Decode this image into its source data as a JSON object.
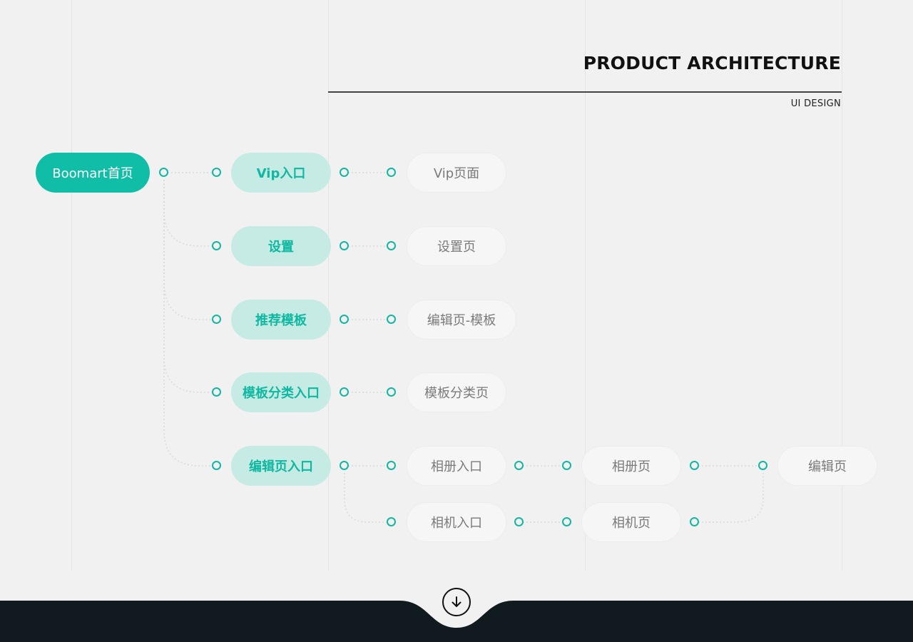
{
  "header": {
    "title": "PRODUCT ARCHITECTURE",
    "subtitle": "UI DESIGN"
  },
  "colors": {
    "accent": "#10bda6",
    "accent_light": "#c6ebe4",
    "page_node": "#f6f6f6",
    "footer": "#111a1e"
  },
  "diagram": {
    "root": {
      "label": "Boomart首页"
    },
    "branches": [
      {
        "label": "Vip入口",
        "target": "Vip页面"
      },
      {
        "label": "设置",
        "target": "设置页"
      },
      {
        "label": "推荐模板",
        "target": "编辑页-模板"
      },
      {
        "label": "模板分类入口",
        "target": "模板分类页"
      },
      {
        "label": "编辑页入口"
      }
    ],
    "edit_flow": {
      "album_entry": "相册入口",
      "album_page": "相册页",
      "camera_entry": "相机入口",
      "camera_page": "相机页",
      "edit_page": "编辑页"
    }
  },
  "footer": {
    "scroll_icon": "arrow-down-circle-icon"
  }
}
